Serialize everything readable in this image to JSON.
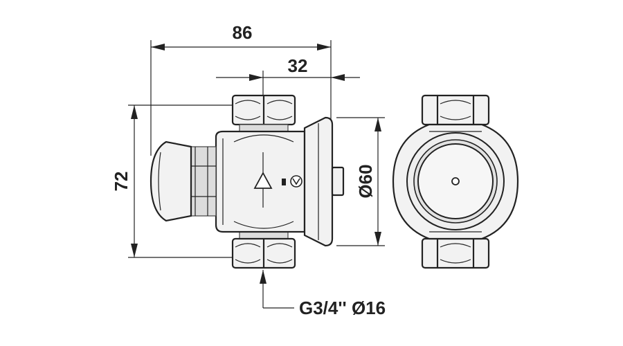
{
  "dimensions": {
    "overall_width": "86",
    "offset_width": "32",
    "height": "72",
    "diameter": "Ø60",
    "connection": "G3/4'' Ø16"
  },
  "colors": {
    "stroke": "#222222",
    "fill_light": "#f2f2f2",
    "fill_shade": "#dcdcdc",
    "background": "#ffffff"
  },
  "icons": {
    "flow_marker": "triangle-icon",
    "logo_mark": "logo-icon"
  }
}
